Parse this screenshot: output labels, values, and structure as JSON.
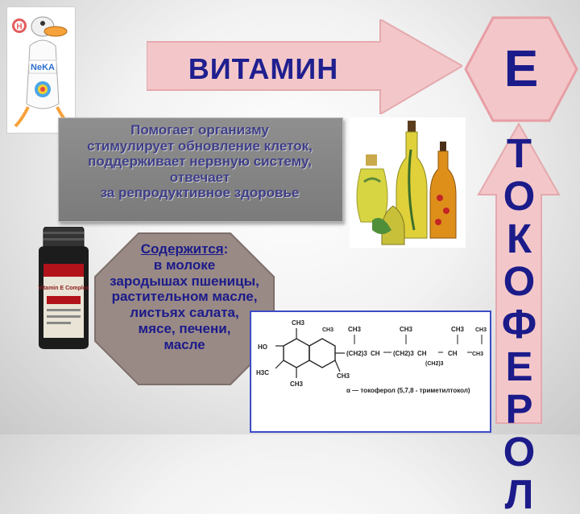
{
  "title": {
    "text": "ВИТАМИН",
    "vitamin_letter": "Е"
  },
  "helps": {
    "text": "Помогает организму\nстимулирует обновление клеток,\nподдерживает нервную систему,\nотвечает\nза репродуктивное здоровье"
  },
  "side_label": "ТОКОФЕРОЛ",
  "sources": {
    "heading": "Содержится",
    "colon": ":",
    "items": [
      "в молоке",
      "зародышах пшеницы,",
      "растительном масле,",
      "листьях салата,",
      "мясе, печени,",
      "масле"
    ]
  },
  "bottle": {
    "brand": "Vitamin E Complex"
  },
  "mascot": {
    "badge": "Н",
    "brand": "NeKA"
  },
  "formula": {
    "labels": [
      "CH3",
      "HO",
      "H3C",
      "CH3",
      "CH3",
      "CH3",
      "CH3",
      "CH3",
      "CH3",
      "CH3",
      "(CH2)3",
      "CH",
      "(CH2)3",
      "CH",
      "(CH2)3",
      "CH",
      "CH3"
    ],
    "caption": "α — токоферол (5,7,8 - триметилтокол)"
  },
  "colors": {
    "title_text": "#1f1f8f",
    "arrow_fill": "#f3c7c9",
    "helps_box": "#878787",
    "helps_text": "#3f3f8a",
    "octagon_fill": "#9a8a86",
    "formula_border": "#3d4cc6"
  }
}
